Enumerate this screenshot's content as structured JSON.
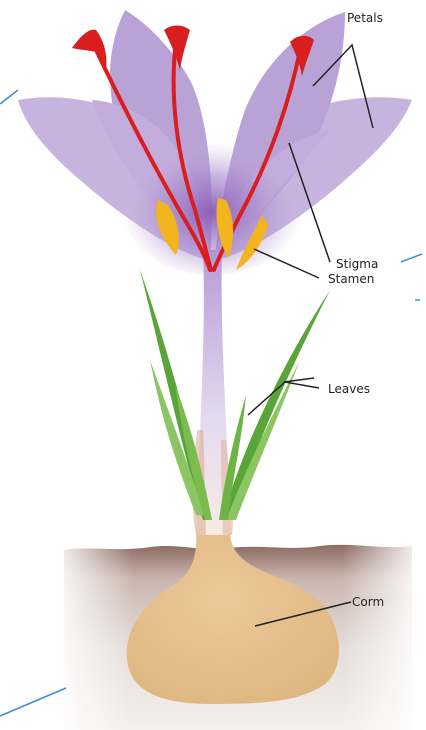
{
  "labels": {
    "petals": "Petals",
    "stigma": "Stigma",
    "stamen": "Stamen",
    "leaves": "Leaves",
    "corm": "Corm"
  },
  "colors": {
    "petal": "#c6b3dd",
    "petal_center": "#9a74bf",
    "stigma": "#d81e1e",
    "stamen": "#f2b51f",
    "leaf": "#5aa539",
    "leaf_light": "#8cc663",
    "soil": "#d6c8c2",
    "soil_dark": "#8b6a61",
    "corm": "#e7c18f",
    "leader_line": "#222222",
    "accent_line": "#3b8fd6"
  }
}
